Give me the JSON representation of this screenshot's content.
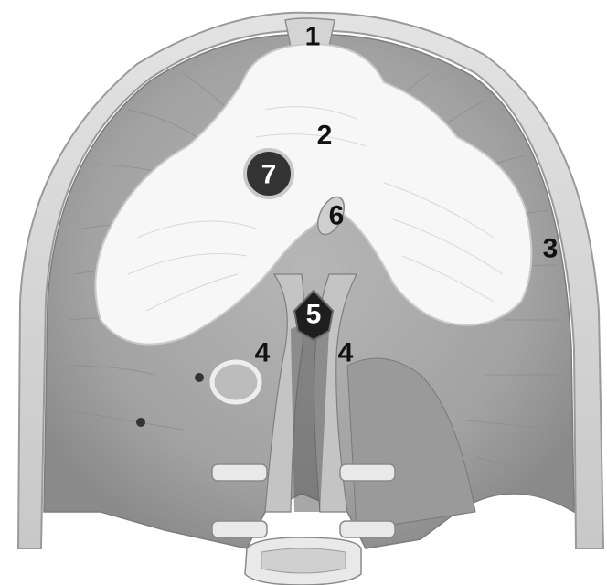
{
  "labels": {
    "l1": "1",
    "l2": "2",
    "l3": "3",
    "l4a": "4",
    "l4b": "4",
    "l5": "5",
    "l6": "6",
    "l7": "7"
  },
  "colors": {
    "muscle": "#a9a9a9",
    "muscle_dark": "#8e8e8e",
    "rib_edge": "#d2d2d2",
    "tendon": "#f7f7f7",
    "background": "#ffffff",
    "foramen_dark": "#222222"
  }
}
